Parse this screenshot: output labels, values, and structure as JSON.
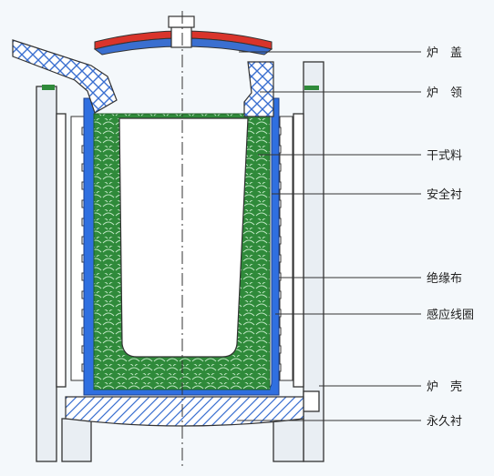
{
  "labels": [
    {
      "id": "lid",
      "text": "炉　盖"
    },
    {
      "id": "collar",
      "text": "炉　领"
    },
    {
      "id": "dry-ramming",
      "text": "干式料"
    },
    {
      "id": "safety-lining",
      "text": "安全衬"
    },
    {
      "id": "insulation-cloth",
      "text": "绝缘布"
    },
    {
      "id": "induction-coil",
      "text": "感应线圈"
    },
    {
      "id": "shell",
      "text": "炉　壳"
    },
    {
      "id": "permanent-lining",
      "text": "永久衬"
    }
  ],
  "colors": {
    "background": "#f4f8fb",
    "lid_top": "#d9342b",
    "lid_bottom": "#3a6fd0",
    "refractory": "#2f8a3a",
    "safety_lining": "#2f6fe0",
    "outline": "#333333",
    "hatch": "#3a6fd0",
    "panel": "#e9eef3"
  }
}
